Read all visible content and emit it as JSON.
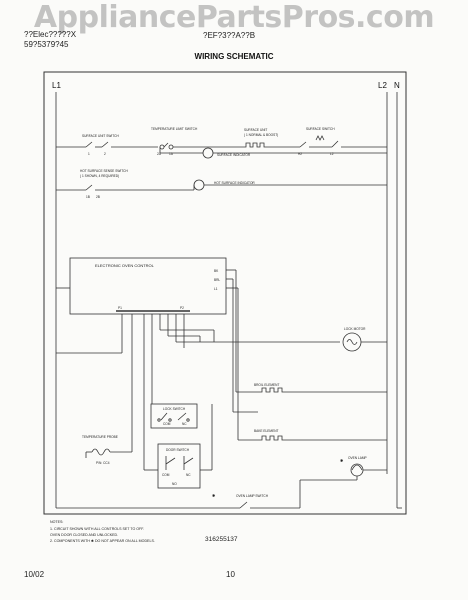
{
  "watermark": "AppliancePartsPros.com",
  "header": {
    "left_line1": "??Elec?????X",
    "left_line2": "59?5379?45",
    "model_fragment": "?EF?3??A??B",
    "title": "WIRING SCHEMATIC"
  },
  "lines": {
    "l1": "L1",
    "l2": "L2",
    "n": "N"
  },
  "labels": {
    "surface_unit_switch": "SURFACE UNIT SWITCH",
    "temperature_limit_switch": "TEMPERATURE LIMIT SWITCH",
    "surface_unit": "SURFACE UNIT",
    "surface_unit_sub": "( 1 NORMAL & BOOST)",
    "surface_indicator": "SURFACE INDICATOR",
    "hot_surface_switch": "HOT SURFACE SENSE SWITCH",
    "hot_surface_switch_sub": "( 1 SHOWN, 4 REQUIRED)",
    "hot_surface_indicator": "HOT SURFACE INDICATOR",
    "surface_switch_a": "SURFACE SWITCH",
    "electronic_oven_control": "ELECTRONIC OVEN CONTROL",
    "bk": "BK",
    "brl": "BRL",
    "l1_term": "L1",
    "lock_motor": "LOCK MOTOR",
    "lock_switch": "LOCK SWITCH",
    "broil_element": "BROIL ELEMENT",
    "bake_element": "BAKE ELEMENT",
    "temperature_probe": "TEMPERATURE PROBE",
    "door_switch": "DOOR SWITCH",
    "com": "COM",
    "nc": "NC",
    "oven_lamp": "OVEN LAMP",
    "oven_lamp_switch": "OVEN LAMP SWITCH",
    "p1": "P1",
    "p2": "P2",
    "t1": "1",
    "t2": "2",
    "t1a": "1A",
    "t2a": "2A",
    "t1b": "1B",
    "t2b": "2B",
    "h1": "H1",
    "h2": "H2",
    "l2": "L2",
    "c_com": "COM",
    "c_nc": "NC",
    "c_no": "NO",
    "pin": "P/N: CC4"
  },
  "notes": {
    "heading": "NOTES:",
    "n1": "1.   CIRCUIT SHOWN WITH ALL CONTROLS SET TO OFF.",
    "n1b": "     OVEN DOOR CLOSED AND UNLOCKED.",
    "n2": "2.   COMPONENTS WITH ✱ DO NOT APPEAR ON ALL MODELS."
  },
  "star": "✱",
  "part_number": "316255137",
  "footer": {
    "date": "10/02",
    "page": "10"
  }
}
